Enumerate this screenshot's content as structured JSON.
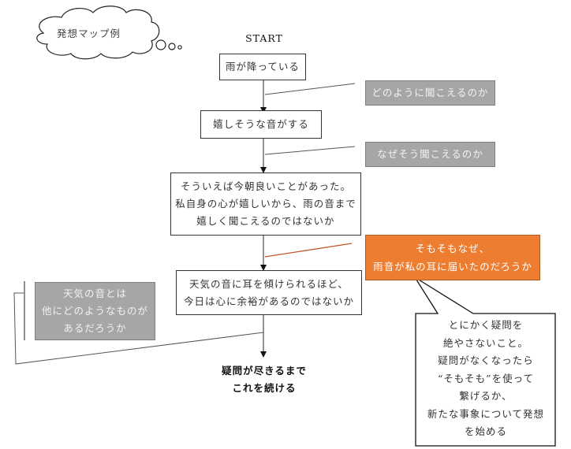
{
  "cloud": {
    "title": "発想マップ例"
  },
  "start_label": "START",
  "flow": [
    {
      "id": "step1",
      "lines": [
        "雨が降っている"
      ]
    },
    {
      "id": "step2",
      "lines": [
        "嬉しそうな音がする"
      ]
    },
    {
      "id": "step3",
      "lines": [
        "そういえば今朝良いことがあった。",
        "私自身の心が嬉しいから、雨の音まで",
        "嬉しく聞こえるのではないか"
      ]
    },
    {
      "id": "step4",
      "lines": [
        "天気の音に耳を傾けられるほど、",
        "今日は心に余裕があるのではないか"
      ]
    }
  ],
  "questions": {
    "q1": {
      "lines": [
        "どのように聞こえるのか"
      ]
    },
    "q2": {
      "lines": [
        "なぜそう聞こえるのか"
      ]
    },
    "q3": {
      "lines": [
        "そもそもなぜ、",
        "雨音が私の耳に届いたのだろうか"
      ]
    },
    "q4": {
      "lines": [
        "天気の音とは",
        "他にどのようなものが",
        "あるだろうか"
      ]
    }
  },
  "ending": {
    "lines": [
      "疑問が尽きるまで",
      "これを続ける"
    ]
  },
  "callout": {
    "lines": [
      "とにかく疑問を",
      "絶やさないこと。",
      "疑問がなくなったら",
      "“そもそも”を使って",
      "繋げるか、",
      "新たな事象について発想",
      "を始める"
    ]
  },
  "colors": {
    "gray_box": "#a6a6a6",
    "orange_box": "#ed7d31",
    "connector_orange": "#c0582a",
    "line": "#333333"
  }
}
